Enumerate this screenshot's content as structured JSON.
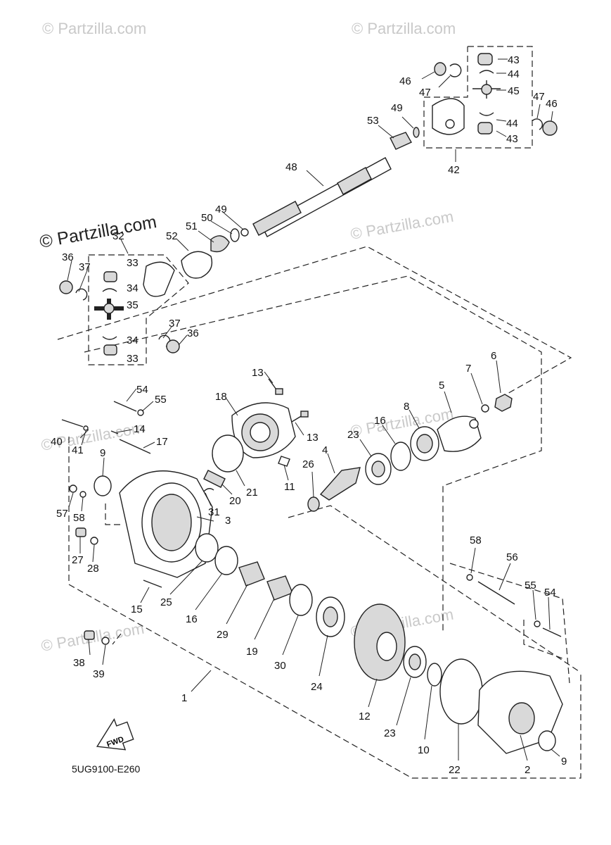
{
  "watermark": "© Partzilla.com",
  "diagram_code": "5UG9100-E260",
  "fwd_label": "FWD",
  "callouts": {
    "c1": "1",
    "c2": "2",
    "c3": "3",
    "c4": "4",
    "c5": "5",
    "c6": "6",
    "c7": "7",
    "c8": "8",
    "c9a": "9",
    "c9b": "9",
    "c10": "10",
    "c11": "11",
    "c12": "12",
    "c13a": "13",
    "c13b": "13",
    "c14": "14",
    "c15": "15",
    "c16a": "16",
    "c16b": "16",
    "c17": "17",
    "c18": "18",
    "c19": "19",
    "c20": "20",
    "c21": "21",
    "c22": "22",
    "c23a": "23",
    "c23b": "23",
    "c24": "24",
    "c25": "25",
    "c26": "26",
    "c27": "27",
    "c28": "28",
    "c29": "29",
    "c30": "30",
    "c31": "31",
    "c32": "32",
    "c33a": "33",
    "c33b": "33",
    "c34a": "34",
    "c34b": "34",
    "c35": "35",
    "c36a": "36",
    "c36b": "36",
    "c37a": "37",
    "c37b": "37",
    "c38": "38",
    "c39": "39",
    "c40": "40",
    "c41": "41",
    "c42": "42",
    "c43a": "43",
    "c43b": "43",
    "c44a": "44",
    "c44b": "44",
    "c45": "45",
    "c46a": "46",
    "c46b": "46",
    "c47a": "47",
    "c47b": "47",
    "c48": "48",
    "c49a": "49",
    "c49b": "49",
    "c50": "50",
    "c51": "51",
    "c52": "52",
    "c53": "53",
    "c54a": "54",
    "c54b": "54",
    "c55a": "55",
    "c55b": "55",
    "c56": "56",
    "c57": "57",
    "c58a": "58",
    "c58b": "58"
  }
}
